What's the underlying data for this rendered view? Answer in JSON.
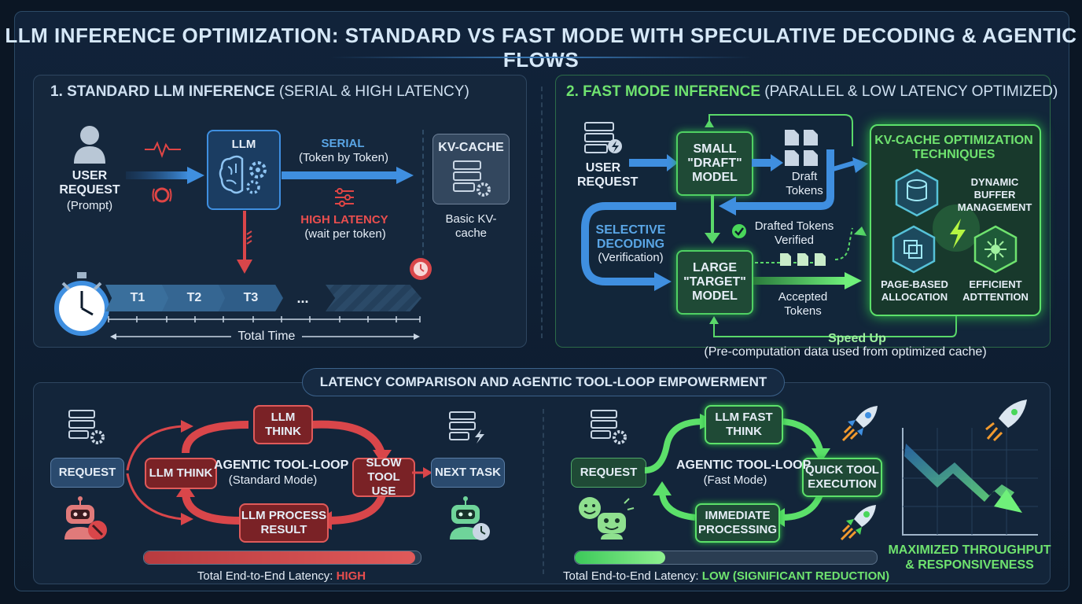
{
  "title": "LLM INFERENCE OPTIMIZATION: STANDARD VS FAST MODE WITH SPECULATIVE DECODING & AGENTIC FLOWS",
  "standard": {
    "heading_bold": "1. STANDARD LLM INFERENCE",
    "heading_rest": " (SERIAL & HIGH LATENCY)",
    "user_request": "USER REQUEST",
    "prompt": "(Prompt)",
    "llm": "LLM",
    "serial": "SERIAL",
    "serial_sub": "(Token by Token)",
    "kv_cache": "KV-CACHE",
    "kv_sub": "Basic KV-cache",
    "high_latency": "HIGH LATENCY",
    "high_latency_sub": "(wait per token)",
    "tokens": [
      "T1",
      "T2",
      "T3",
      "..."
    ],
    "total_time": "Total Time"
  },
  "fast": {
    "heading_bold": "2. FAST MODE INFERENCE",
    "heading_rest": " (PARALLEL & LOW LATENCY OPTIMIZED)",
    "user_request": "USER REQUEST",
    "draft_model": "SMALL \"DRAFT\" MODEL",
    "draft_tokens": "Draft Tokens",
    "selective": "SELECTIVE DECODING",
    "selective_sub": "(Verification)",
    "verified": "Drafted Tokens Verified",
    "target_model": "LARGE \"TARGET\" MODEL",
    "accepted": "Accepted Tokens",
    "kv_title": "KV-CACHE OPTIMIZATION TECHNIQUES",
    "dynamic": "DYNAMIC BUFFER MANAGEMENT",
    "page_based": "PAGE-BASED ALLOCATION",
    "attention": "EFFICIENT ADTTENTION",
    "speed_up": "Speed Up",
    "speed_up_sub": "(Pre-computation data used from optimized cache)"
  },
  "comparison": {
    "heading": "LATENCY COMPARISON AND AGENTIC TOOL-LOOP EMPOWERMENT",
    "standard": {
      "request": "REQUEST",
      "llm_think": "LLM THINK",
      "llm_think_top": "LLM THINK",
      "slow_tool": "SLOW TOOL USE",
      "process": "LLM PROCESS RESULT",
      "loop": "AGENTIC TOOL-LOOP",
      "loop_sub": "(Standard Mode)",
      "next_task": "NEXT TASK",
      "latency_label": "Total End-to-End Latency: ",
      "latency_value": "HIGH",
      "latency_fill": 0.98
    },
    "fast": {
      "request": "REQUEST",
      "fast_think": "LLM FAST THINK",
      "quick_tool": "QUICK TOOL EXECUTION",
      "immediate": "IMMEDIATE PROCESSING",
      "loop": "AGENTIC TOOL-LOOP",
      "loop_sub": "(Fast Mode)",
      "latency_label": "Total End-to-End Latency: ",
      "latency_value": "LOW (SIGNIFICANT REDUCTION)",
      "latency_fill": 0.3
    },
    "throughput": "MAXIMIZED THROUGHPUT & RESPONSIVENESS"
  },
  "icons": [
    "user-icon",
    "brain-gear-icon",
    "server-gear-icon",
    "stopwatch-icon",
    "clock-icon",
    "rocket-icon",
    "robot-icon",
    "lightning-icon",
    "document-icon",
    "check-icon",
    "chart-down-icon"
  ],
  "colors": {
    "blue": "#3f8fe0",
    "red": "#d9464a",
    "green": "#49d65a",
    "bg": "#0d1b2c"
  }
}
